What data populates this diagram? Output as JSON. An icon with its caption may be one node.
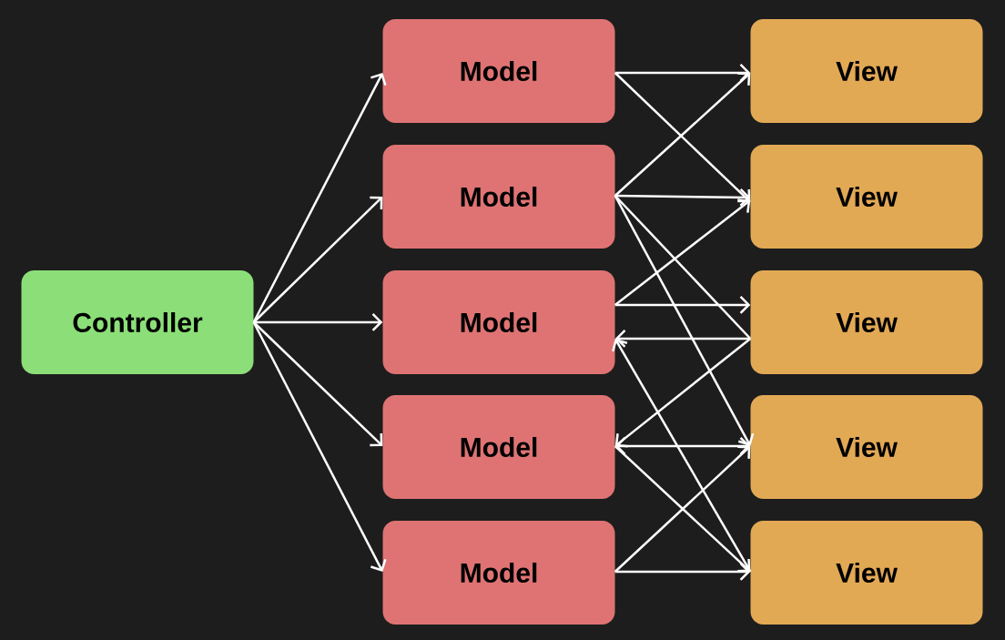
{
  "diagram": {
    "nodes": [
      {
        "text": [
          "Controller"
        ]
      },
      {
        "text": [
          "Model"
        ]
      },
      {
        "text": [
          "Model"
        ]
      },
      {
        "text": [
          "Model"
        ]
      },
      {
        "text": [
          "Model"
        ]
      },
      {
        "text": [
          "Model"
        ]
      },
      {
        "text": [
          "View"
        ]
      },
      {
        "text": [
          "View"
        ]
      },
      {
        "text": [
          "View"
        ]
      },
      {
        "text": [
          "View"
        ]
      },
      {
        "text": [
          "View"
        ]
      }
    ],
    "edges": [
      {
        "from": 0,
        "to": 1,
        "arrow": "to"
      },
      {
        "from": 0,
        "to": 2,
        "arrow": "to"
      },
      {
        "from": 0,
        "to": 3,
        "arrow": "to"
      },
      {
        "from": 0,
        "to": 4,
        "arrow": "to"
      },
      {
        "from": 0,
        "to": 5,
        "arrow": "to"
      },
      {
        "from": 1,
        "to": 6,
        "arrow": "to"
      },
      {
        "from": 1,
        "to": 7,
        "arrow": "to"
      },
      {
        "from": 2,
        "to": 6,
        "arrow": "to"
      },
      {
        "from": 2,
        "to": 7,
        "arrow": "to"
      },
      {
        "from": 2,
        "to": 8,
        "arrow": "none"
      },
      {
        "from": 2,
        "to": 9,
        "arrow": "to"
      },
      {
        "from": 3,
        "to": 8,
        "arrow": "to"
      },
      {
        "from": 3,
        "to": 7,
        "arrow": "to"
      },
      {
        "from": 8,
        "to": 3,
        "arrow": "to"
      },
      {
        "from": 10,
        "to": 3,
        "arrow": "to"
      },
      {
        "from": 4,
        "to": 9,
        "arrow": "both"
      },
      {
        "from": 8,
        "to": 4,
        "arrow": "to"
      },
      {
        "from": 4,
        "to": 10,
        "arrow": "to"
      },
      {
        "from": 5,
        "to": 9,
        "arrow": "to"
      },
      {
        "from": 5,
        "to": 10,
        "arrow": "to"
      }
    ]
  }
}
